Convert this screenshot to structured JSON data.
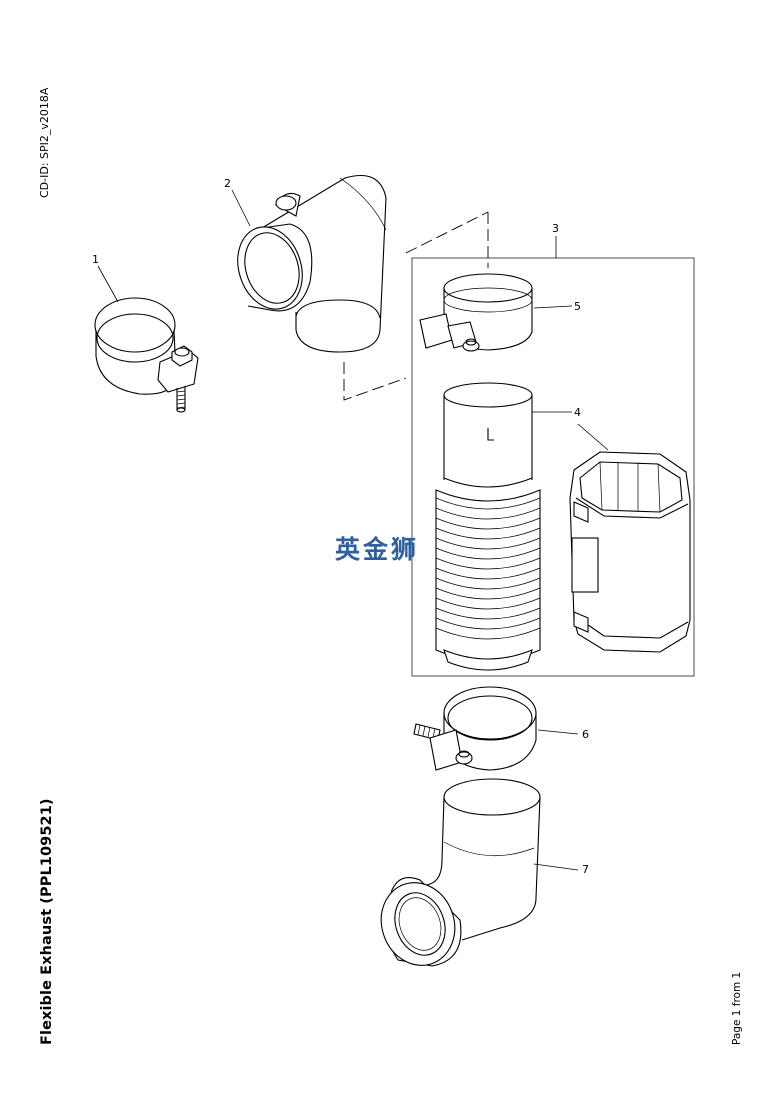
{
  "document": {
    "cd_id": "CD-ID: SPI2_v2018A",
    "title": "Flexible Exhaust (PPL109521)",
    "page_label": "Page 1 from 1",
    "watermark": "英金狮"
  },
  "callouts": [
    {
      "number": "1",
      "part": "clamp"
    },
    {
      "number": "2",
      "part": "elbow-pipe"
    },
    {
      "number": "3",
      "part": "flexible-assembly-group"
    },
    {
      "number": "4",
      "part": "flexible-bellows-with-shield"
    },
    {
      "number": "5",
      "part": "clamp-upper"
    },
    {
      "number": "6",
      "part": "clamp-lower"
    },
    {
      "number": "7",
      "part": "flanged-elbow"
    }
  ]
}
